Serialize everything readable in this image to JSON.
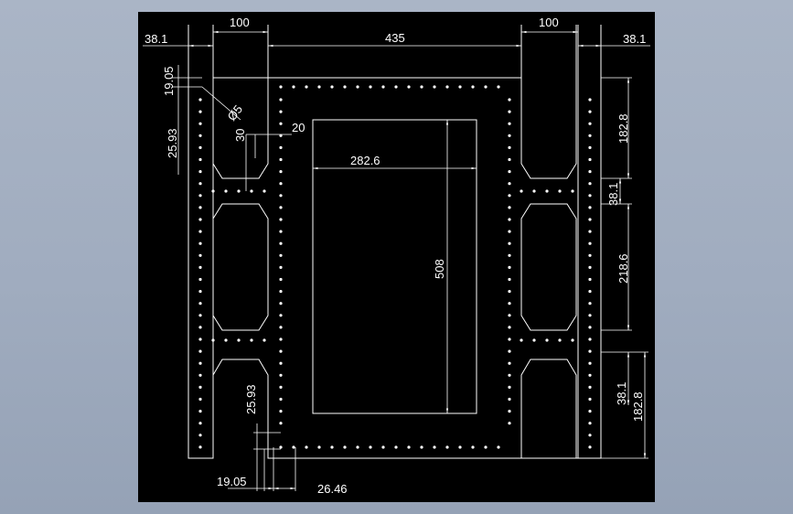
{
  "drawing": {
    "background": "#000000",
    "line_color": "#ffffff",
    "frame_color": "#a2aec1"
  },
  "dimensions": {
    "top_left_leg_width": "100",
    "top_right_leg_width": "100",
    "top_span": "435",
    "left_offset": "38.1",
    "right_offset": "38.1",
    "hole_spacing_top": "19.05",
    "hole_edge_distance_left": "25.93",
    "hole_diameter": "Ø5",
    "chamfer_height": "30",
    "chamfer_width": "20",
    "window_width": "282.6",
    "window_height": "508",
    "right_upper_height": "182.8",
    "right_gap_upper": "38.1",
    "right_middle_height": "218.6",
    "right_gap_lower": "38.1",
    "right_lower_height": "182.8",
    "bottom_hole_edge_distance": "25.93",
    "bottom_hole_spacing": "19.05",
    "bottom_pitch": "26.46"
  }
}
